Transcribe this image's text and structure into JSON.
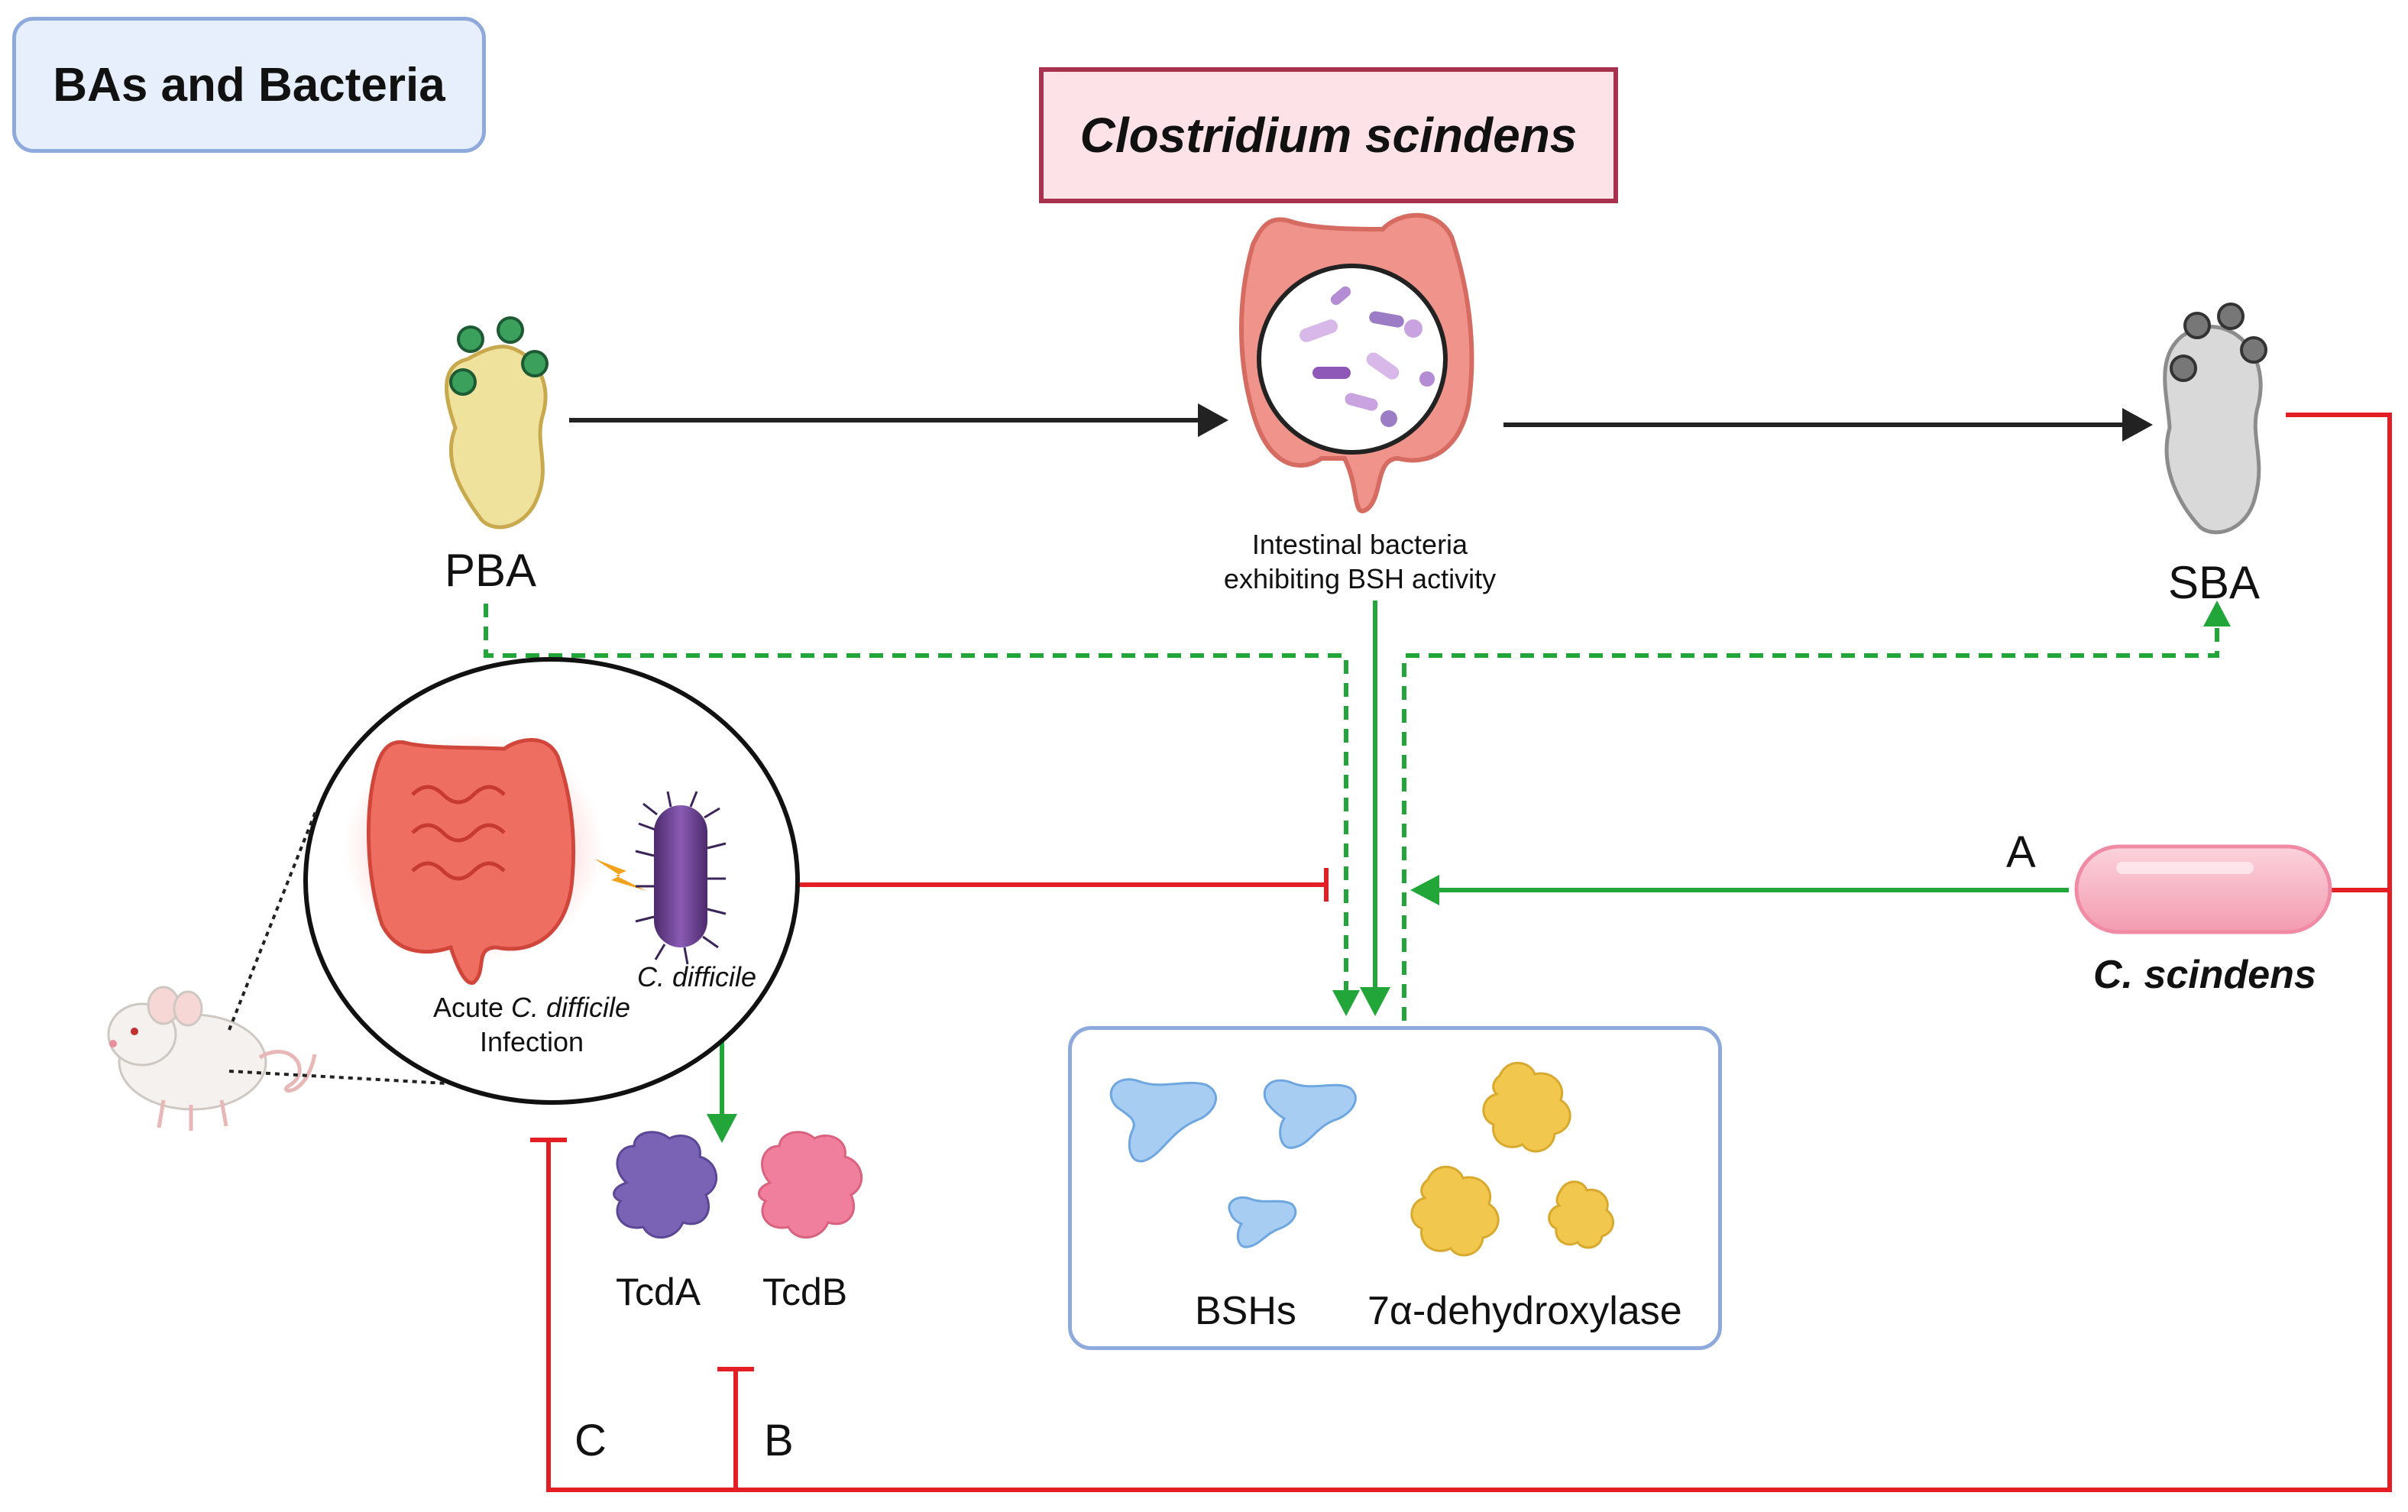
{
  "header": {
    "title": "BAs and Bacteria"
  },
  "organism_box": {
    "title": "Clostridium scindens"
  },
  "nodes": {
    "pba": "PBA",
    "sba": "SBA",
    "gut_caption_line1": "Intestinal bacteria",
    "gut_caption_line2": "exhibiting BSH activity",
    "c_scindens": "C. scindens",
    "infection_line1_pre": "Acute ",
    "infection_line1_italic": "C. difficile",
    "infection_line2": "Infection",
    "c_difficile": "C. difficile",
    "tcda": "TcdA",
    "tcdb": "TcdB",
    "bshs": "BSHs",
    "dehydroxylase": "7α-dehydroxylase"
  },
  "pathway_labels": {
    "a": "A",
    "b": "B",
    "c": "C"
  },
  "colors": {
    "activation": "#22a63a",
    "inhibition": "#e31e24",
    "flow": "#222222",
    "title_box_border": "#8ea9dc",
    "organism_box_border": "#a8324e",
    "bsh_blue": "#a7cdf3",
    "dehydroxylase_gold": "#f2c74e",
    "tcda_purple": "#7a63b5",
    "tcdb_pink": "#ef7f9c"
  },
  "icons": [
    "primary-bile-acid-icon",
    "colon-microbiome-icon",
    "secondary-bile-acid-icon",
    "mouse-icon",
    "inflamed-colon-icon",
    "c-difficile-bacterium-icon",
    "c-scindens-bacterium-icon",
    "bsh-enzyme-icon",
    "dehydroxylase-enzyme-icon",
    "tcda-toxin-icon",
    "tcdb-toxin-icon"
  ]
}
